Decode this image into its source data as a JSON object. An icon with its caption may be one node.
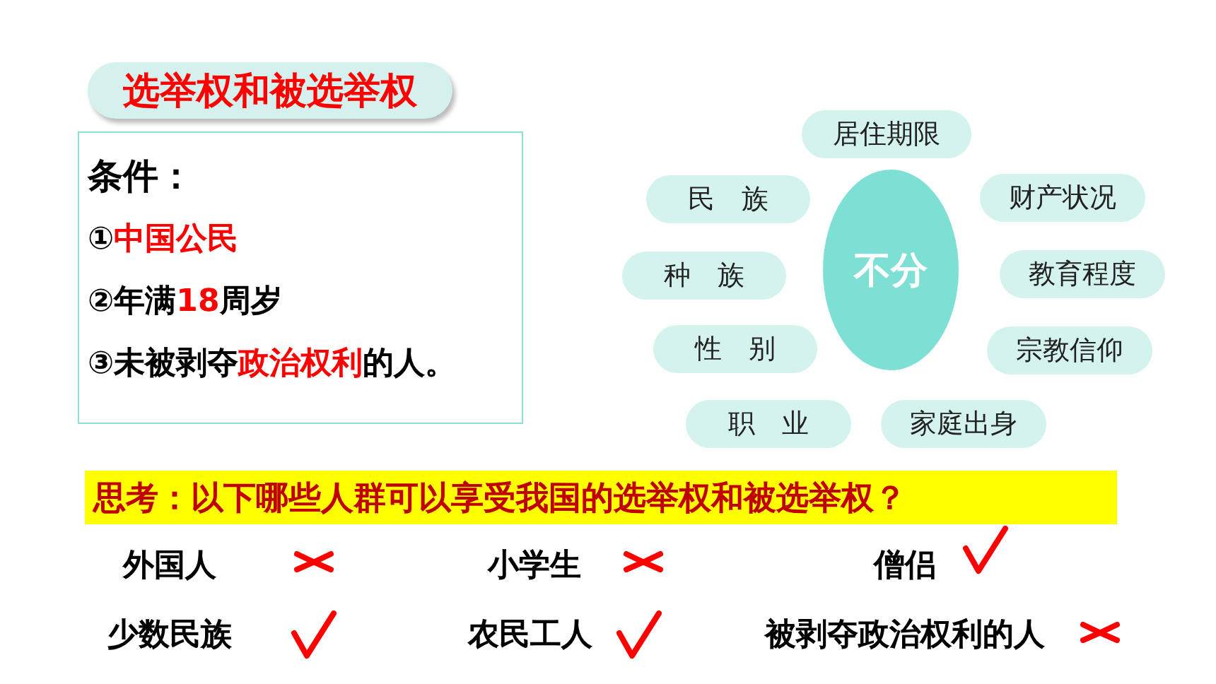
{
  "diagram": {
    "nodes": [
      {
        "text": [
          "选举权和被选举权"
        ]
      },
      {
        "text": [
          "条件：",
          "①**中国公民**",
          "②年满**18**周岁",
          "③未被剥夺**政治权利**的人。"
        ]
      },
      {
        "text": [
          "不分"
        ]
      },
      {
        "text": [
          "居住期限"
        ]
      },
      {
        "text": [
          "民　族"
        ]
      },
      {
        "text": [
          "财产状况"
        ]
      },
      {
        "text": [
          "种　族"
        ]
      },
      {
        "text": [
          "教育程度"
        ]
      },
      {
        "text": [
          "性　别"
        ]
      },
      {
        "text": [
          "宗教信仰"
        ]
      },
      {
        "text": [
          "职　业"
        ]
      },
      {
        "text": [
          "家庭出身"
        ]
      },
      {
        "text": [
          "思考：以下哪些人群可以享受我国的选举权和被选举权？"
        ]
      }
    ],
    "labels": [
      "外国人",
      "小学生",
      "僧侣",
      "少数民族",
      "农民工人",
      "被剥夺政治权利的人"
    ]
  }
}
